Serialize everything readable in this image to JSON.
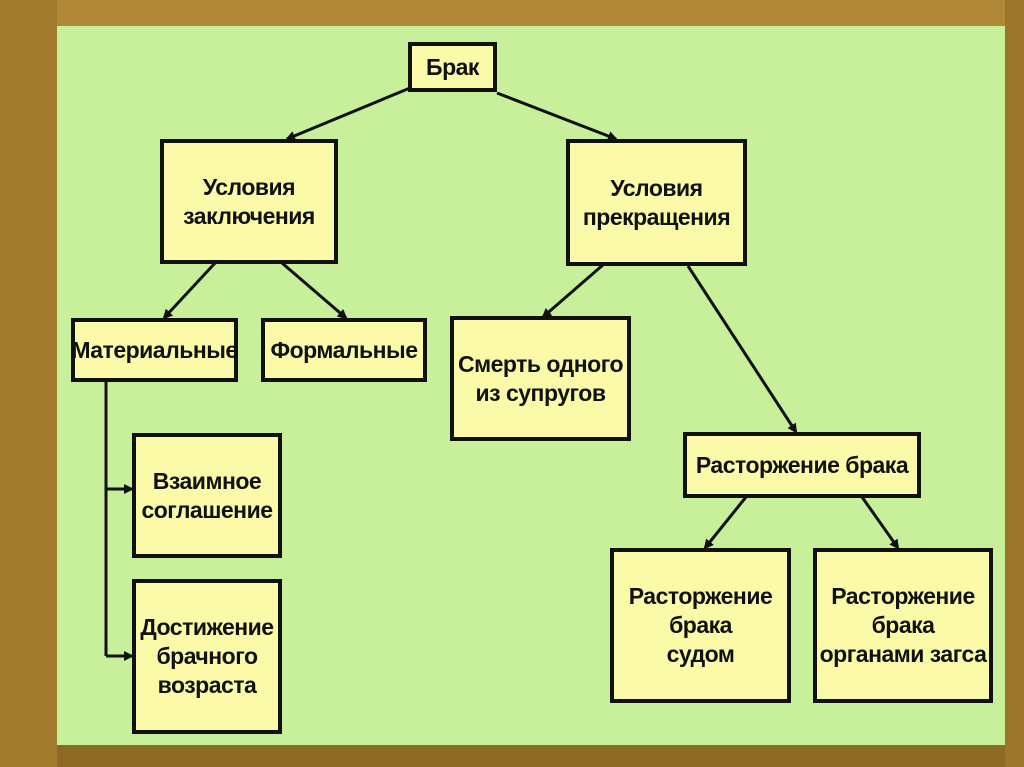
{
  "diagram": {
    "root": "Брак",
    "conditions_conclusion": [
      "Условия",
      "заключения"
    ],
    "conditions_termination": [
      "Условия",
      "прекращения"
    ],
    "material": "Материальные",
    "formal": "Формальные",
    "mutual_consent": [
      "Взаимное",
      "соглашение"
    ],
    "marriage_age": [
      "Достижение",
      "брачного",
      "возраста"
    ],
    "death": [
      "Смерть одного",
      "из супругов"
    ],
    "dissolution": "Расторжение брака",
    "dissolution_court": [
      "Расторжение",
      "брака",
      "судом"
    ],
    "dissolution_registry": [
      "Расторжение",
      "брака",
      "органами загса"
    ]
  },
  "colors": {
    "board": "#c8f09a",
    "box_fill": "#fafaa8",
    "frame": "#a07a2c",
    "line": "#111111"
  }
}
